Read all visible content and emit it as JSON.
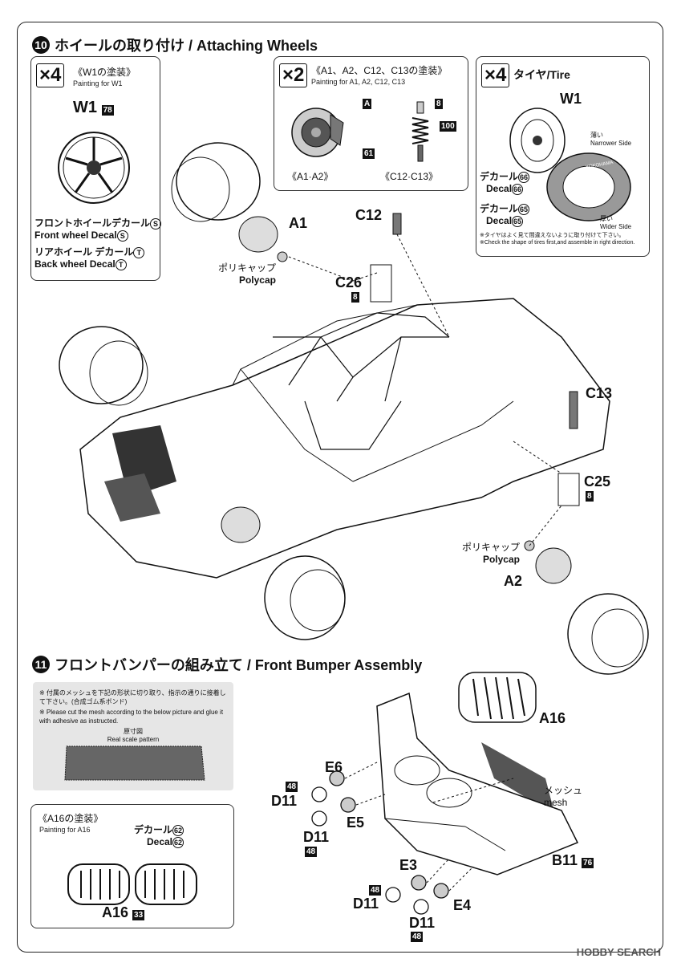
{
  "step10": {
    "number": "10",
    "title": "ホイールの取り付け / Attaching Wheels"
  },
  "box_w1": {
    "mult": "×4",
    "title_jp": "《W1の塗装》",
    "title_en": "Painting for W1",
    "part": "W1",
    "part_tag": "78",
    "front_jp": "フロントホイールデカール",
    "front_en": "Front wheel Decal",
    "front_code": "S",
    "back_jp": "リアホイール デカール",
    "back_en": "Back wheel Decal",
    "back_code": "T"
  },
  "box_a1": {
    "mult": "×2",
    "title_jp": "《A1、A2、C12、C13の塗装》",
    "title_en": "Painting for A1, A2, C12, C13",
    "tag_a": "A",
    "tag_61": "61",
    "tag_8": "8",
    "tag_100": "100",
    "cap_left": "《A1·A2》",
    "cap_right": "《C12·C13》"
  },
  "box_tire": {
    "mult": "×4",
    "title": "タイヤ/Tire",
    "part": "W1",
    "narrow_jp": "薄い",
    "narrow_en": "Narrower Side",
    "wide_jp": "厚い",
    "wide_en": "Wider Side",
    "decal_jp": "デカール",
    "decal_en": "Decal",
    "decal_a": "66",
    "decal_b": "65",
    "note_jp": "※タイヤはよく見て間違えないように取り付けて下さい。",
    "note_en": "※Check the shape of tires first,and assemble in right direction.",
    "brand": "YOKOHAMA"
  },
  "step10_labels": {
    "a1": "A1",
    "a2": "A2",
    "c12": "C12",
    "c13": "C13",
    "c25": "C25",
    "c25_tag": "8",
    "c26": "C26",
    "c26_tag": "8",
    "polycap_jp": "ポリキャップ",
    "polycap_en": "Polycap"
  },
  "step11": {
    "number": "11",
    "title": "フロントバンパーの組み立て / Front Bumper Assembly"
  },
  "mesh_note": {
    "jp": "※ 付属のメッシュを下記の形状に切り取り、指示の通りに接着して下さい。(合成ゴム系ボンド)",
    "en": "※ Please cut the mesh according to the below picture and glue it with adhesive as instructed.",
    "pattern_jp": "原寸図",
    "pattern_en": "Real scale pattern"
  },
  "box_a16": {
    "title_jp": "《A16の塗装》",
    "title_en": "Painting for A16",
    "decal_jp": "デカール",
    "decal_en": "Decal",
    "decal_code": "62",
    "part": "A16",
    "part_tag": "33"
  },
  "step11_labels": {
    "a16": "A16",
    "mesh_jp": "メッシュ",
    "mesh_en": "mesh",
    "b11": "B11",
    "b11_tag": "76",
    "e6": "E6",
    "e5": "E5",
    "e3": "E3",
    "e4": "E4",
    "d11": "D11",
    "d11_tag": "48"
  },
  "watermark": "HOBBY SEARCH"
}
